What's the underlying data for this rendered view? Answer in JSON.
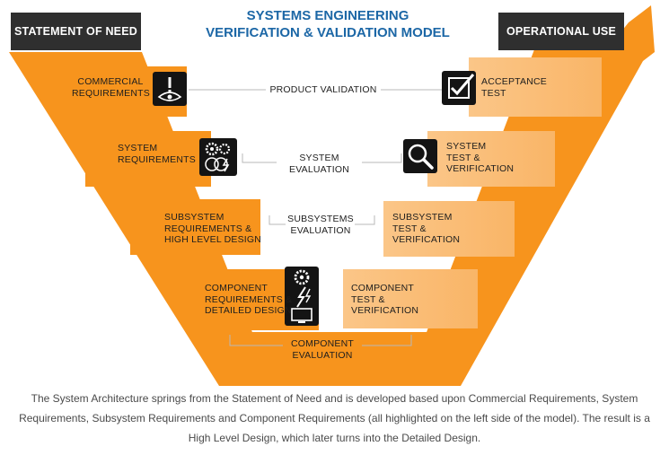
{
  "title": "Systems Engineering\nVerification & Validation Model",
  "header_left": "Statement of Need",
  "header_right": "Operational Use",
  "left_boxes": [
    {
      "label": "Commercial\nRequirements",
      "icon": "eye-alert-icon"
    },
    {
      "label": "System\nRequirements",
      "icon": "gears-icon"
    },
    {
      "label": "Subsystem\nRequirements &\nHigh Level Design",
      "icon": ""
    },
    {
      "label": "Component\nRequirements &\nDetailed Design",
      "icon": "component-gear-monitor-icon"
    }
  ],
  "right_boxes": [
    {
      "label": "Acceptance\nTest",
      "icon": "checkbox-icon"
    },
    {
      "label": "System\nTest &\nVerification",
      "icon": "magnifier-icon"
    },
    {
      "label": "Subsystem\nTest &\nVerification",
      "icon": ""
    },
    {
      "label": "Component\nTest &\nVerification",
      "icon": ""
    }
  ],
  "center_labels": [
    "Product Validation",
    "System\nEvaluation",
    "Subsystems\nEvaluation",
    "Component\nEvaluation"
  ],
  "caption": "The System Architecture springs from the Statement of Need and is developed based upon Commercial Requirements, System Requirements, Subsystem Requirements and Component Requirements (all highlighted on the left side of the model). The result is a High Level Design, which later turns into the Detailed Design.",
  "colors": {
    "orange": "#f7941d",
    "light_orange": "#fbc688",
    "dark": "#2f2f2f",
    "title_blue": "#1c67a6"
  }
}
